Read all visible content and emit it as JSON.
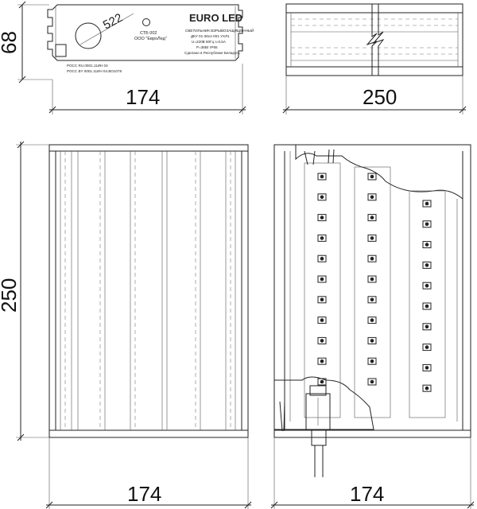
{
  "dimensions": {
    "top_left_height": "68",
    "top_left_width": "174",
    "top_right_width": "250",
    "bottom_left_height": "250",
    "bottom_left_width": "174",
    "bottom_right_width": "174"
  },
  "label_plate": {
    "hole_diameter": "522",
    "standard": "СТБ 002",
    "company": "ООО \"ЕвроЛед\"",
    "logo": "EURO LED",
    "line1": "СВЕТИЛЬНИК ВЗРЫВОЗАЩИЩЕННЫЙ",
    "line2": "ДКУ 01-36х1-001 УХЛ1",
    "line3": "U=220В  50Гц  I=0,5А",
    "line4": "P=36Вт   IP65",
    "line5": "Сделано в Республике Беларусь",
    "cert1": "РОСС RU.0001.11ИН 04",
    "cert2": "РОСС BY 0001.11ИН 04.ВО1078"
  },
  "colors": {
    "line": "#222222",
    "background": "#ffffff"
  }
}
